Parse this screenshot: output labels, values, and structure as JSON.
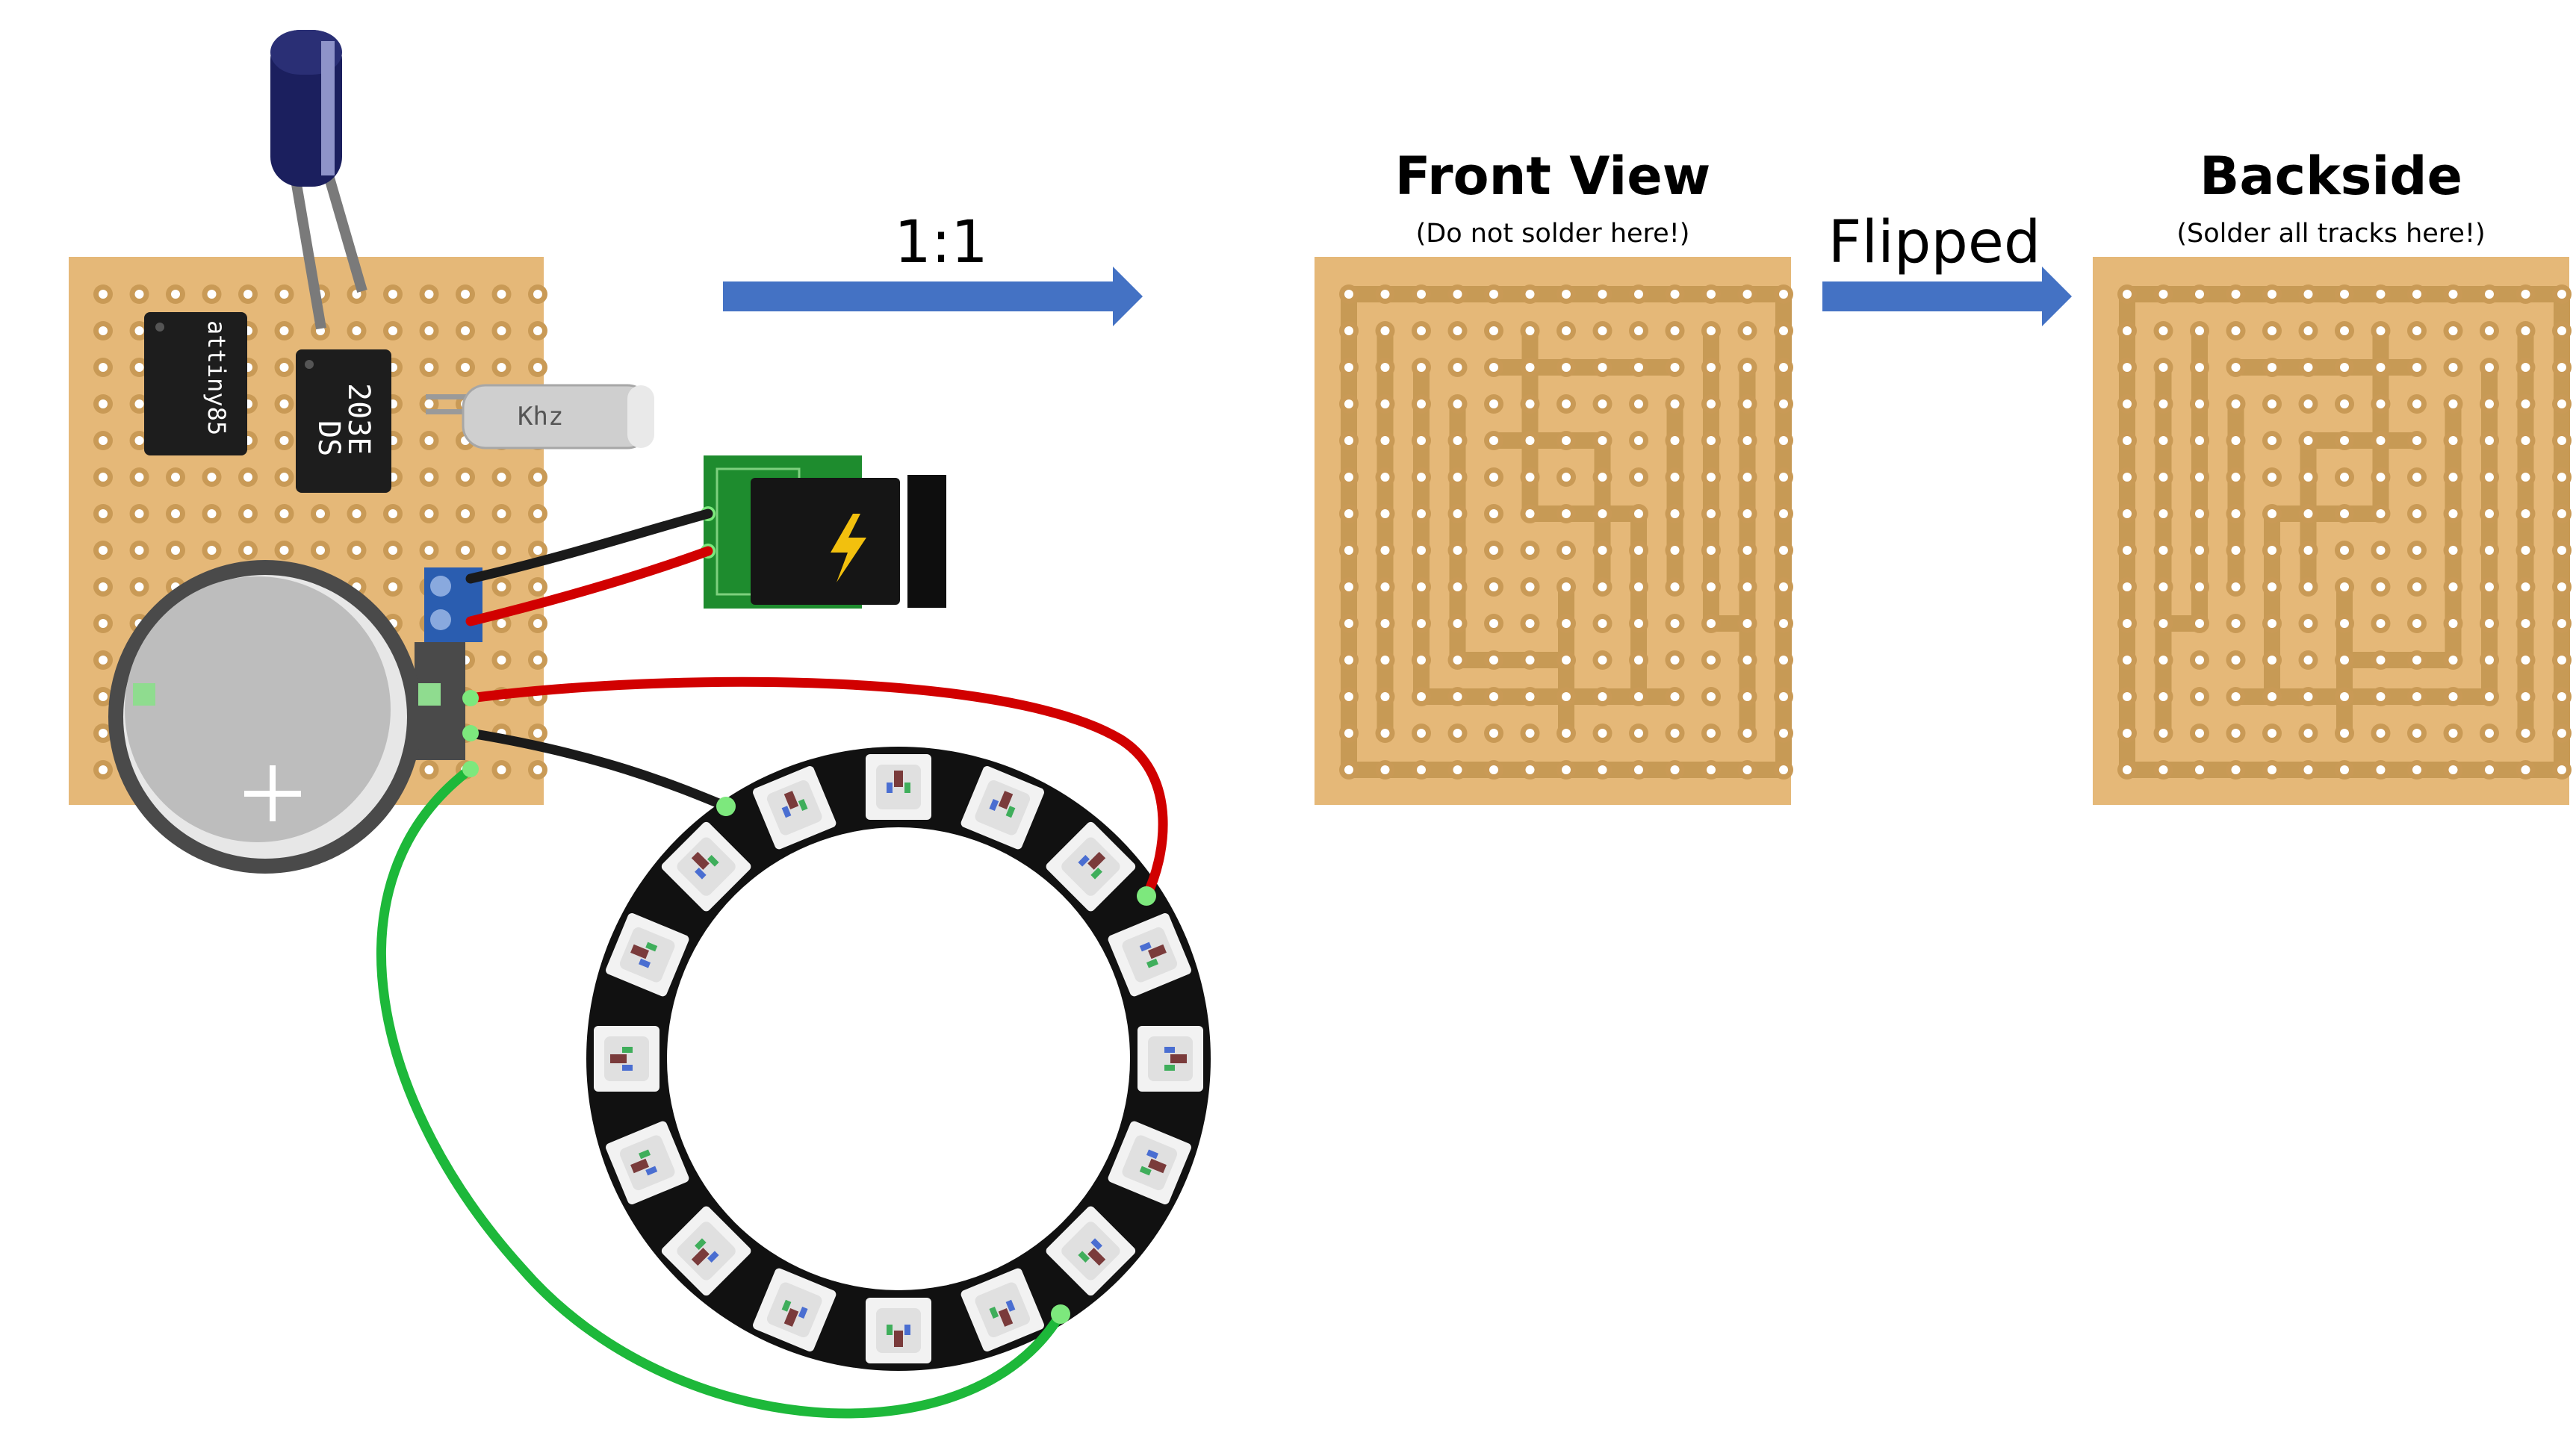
{
  "labels": {
    "scale": "1:1",
    "flipped": "Flipped",
    "front_title": "Front View",
    "front_sub": "(Do not solder here!)",
    "back_title": "Backside",
    "back_sub": "(Solder all tracks here!)"
  },
  "components": {
    "mcu": "attiny85",
    "rtc_line1": "203E",
    "rtc_line2": "DS",
    "crystal": "Khz"
  },
  "colors": {
    "board": "#e5b878",
    "copper": "#c79a55",
    "arrow": "#4472c4",
    "wire_red": "#d10000",
    "wire_black": "#1a1a1a",
    "wire_green": "#1db83a",
    "ring": "#111111"
  }
}
